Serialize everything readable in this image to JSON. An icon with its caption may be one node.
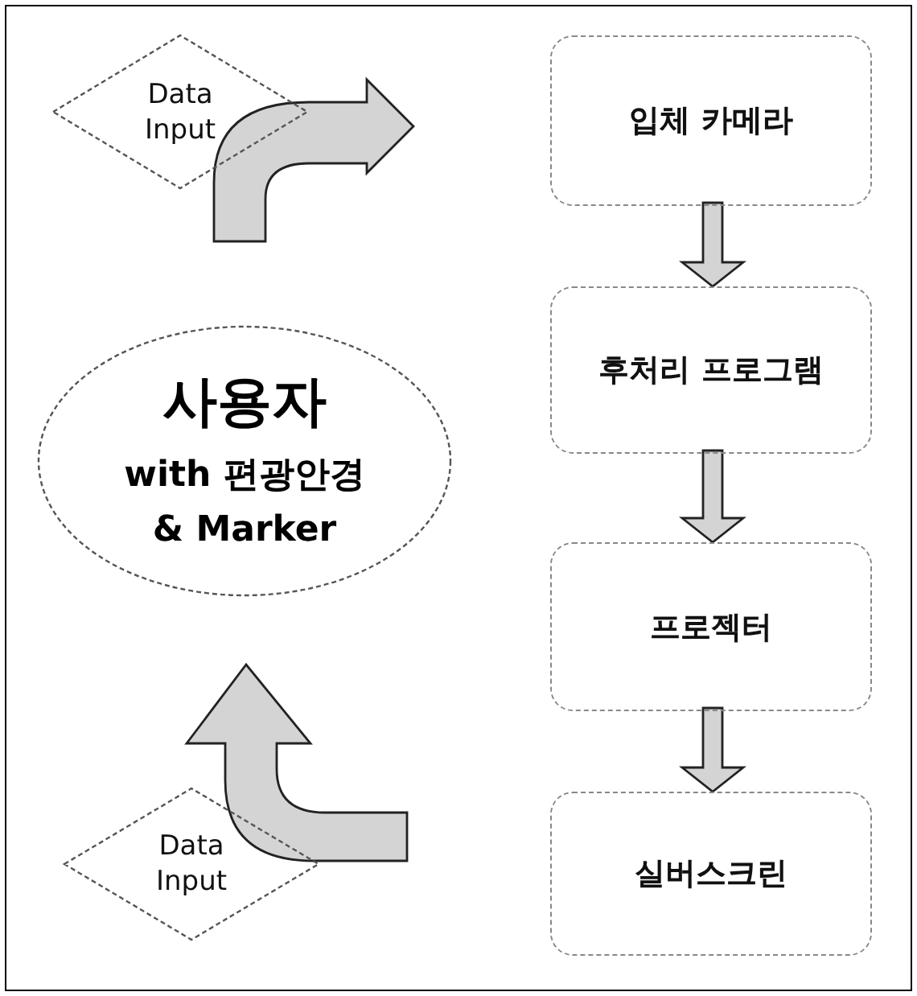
{
  "diagram": {
    "nodes": [
      {
        "text": [
          "Data Input"
        ]
      },
      {
        "text": [
          "입체 카메라"
        ]
      },
      {
        "text": [
          "후처리 프로그램"
        ]
      },
      {
        "text": [
          "프로젝터"
        ]
      },
      {
        "text": [
          "실버스크린"
        ]
      },
      {
        "text": [
          "사용자",
          "with 편광안경 & Marker"
        ]
      },
      {
        "text": [
          "Data Input"
        ]
      }
    ],
    "edges": [
      {
        "from": 0,
        "to": 1,
        "arrow": "to"
      },
      {
        "from": 1,
        "to": 2,
        "arrow": "to"
      },
      {
        "from": 2,
        "to": 3,
        "arrow": "to"
      },
      {
        "from": 3,
        "to": 4,
        "arrow": "to"
      },
      {
        "from": 6,
        "to": 5,
        "arrow": "to"
      }
    ]
  }
}
